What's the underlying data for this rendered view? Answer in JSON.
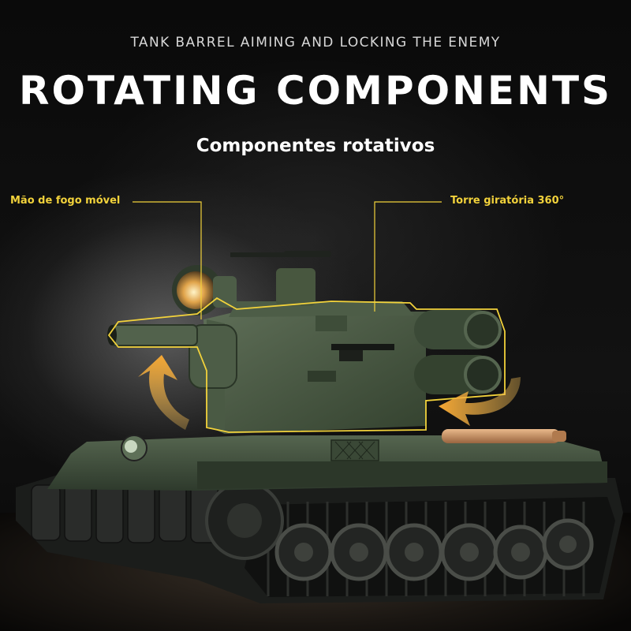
{
  "header": {
    "tagline": "TANK BARREL AIMING AND LOCKING THE ENEMY",
    "title": "ROTATING COMPONENTS",
    "subtitle": "Componentes rotativos"
  },
  "callouts": {
    "left": "Mão de fogo móvel",
    "right": "Torre giratória 360°"
  },
  "colors": {
    "accent": "#f2d23b",
    "arrow": "#f5a733",
    "tank_green": "#3f4f3b"
  },
  "icons": {
    "left_arrow": "curved-arrow-up-icon",
    "right_arrow": "curved-arrow-left-icon"
  }
}
